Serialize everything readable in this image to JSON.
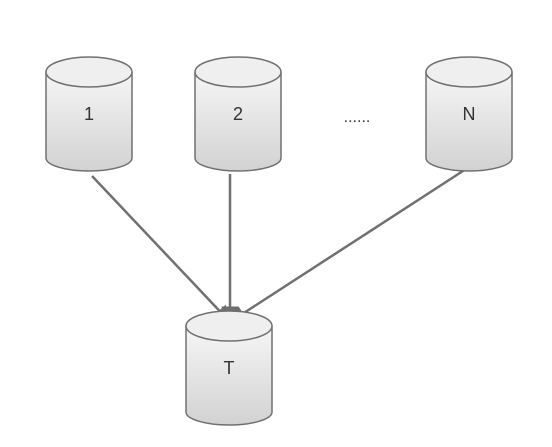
{
  "diagram": {
    "sources": [
      {
        "id": "1",
        "label": "1"
      },
      {
        "id": "2",
        "label": "2"
      },
      {
        "id": "N",
        "label": "N"
      }
    ],
    "ellipsis": "......",
    "target": {
      "id": "T",
      "label": "T"
    },
    "edges": [
      {
        "from": "1",
        "to": "T"
      },
      {
        "from": "2",
        "to": "T"
      },
      {
        "from": "N",
        "to": "T"
      }
    ],
    "colors": {
      "stroke": "#6f6f6f",
      "arrow": "#6f6f6f",
      "fill_top": "#f4f4f4",
      "fill_bottom": "#d4d4d4",
      "text": "#333333"
    }
  }
}
